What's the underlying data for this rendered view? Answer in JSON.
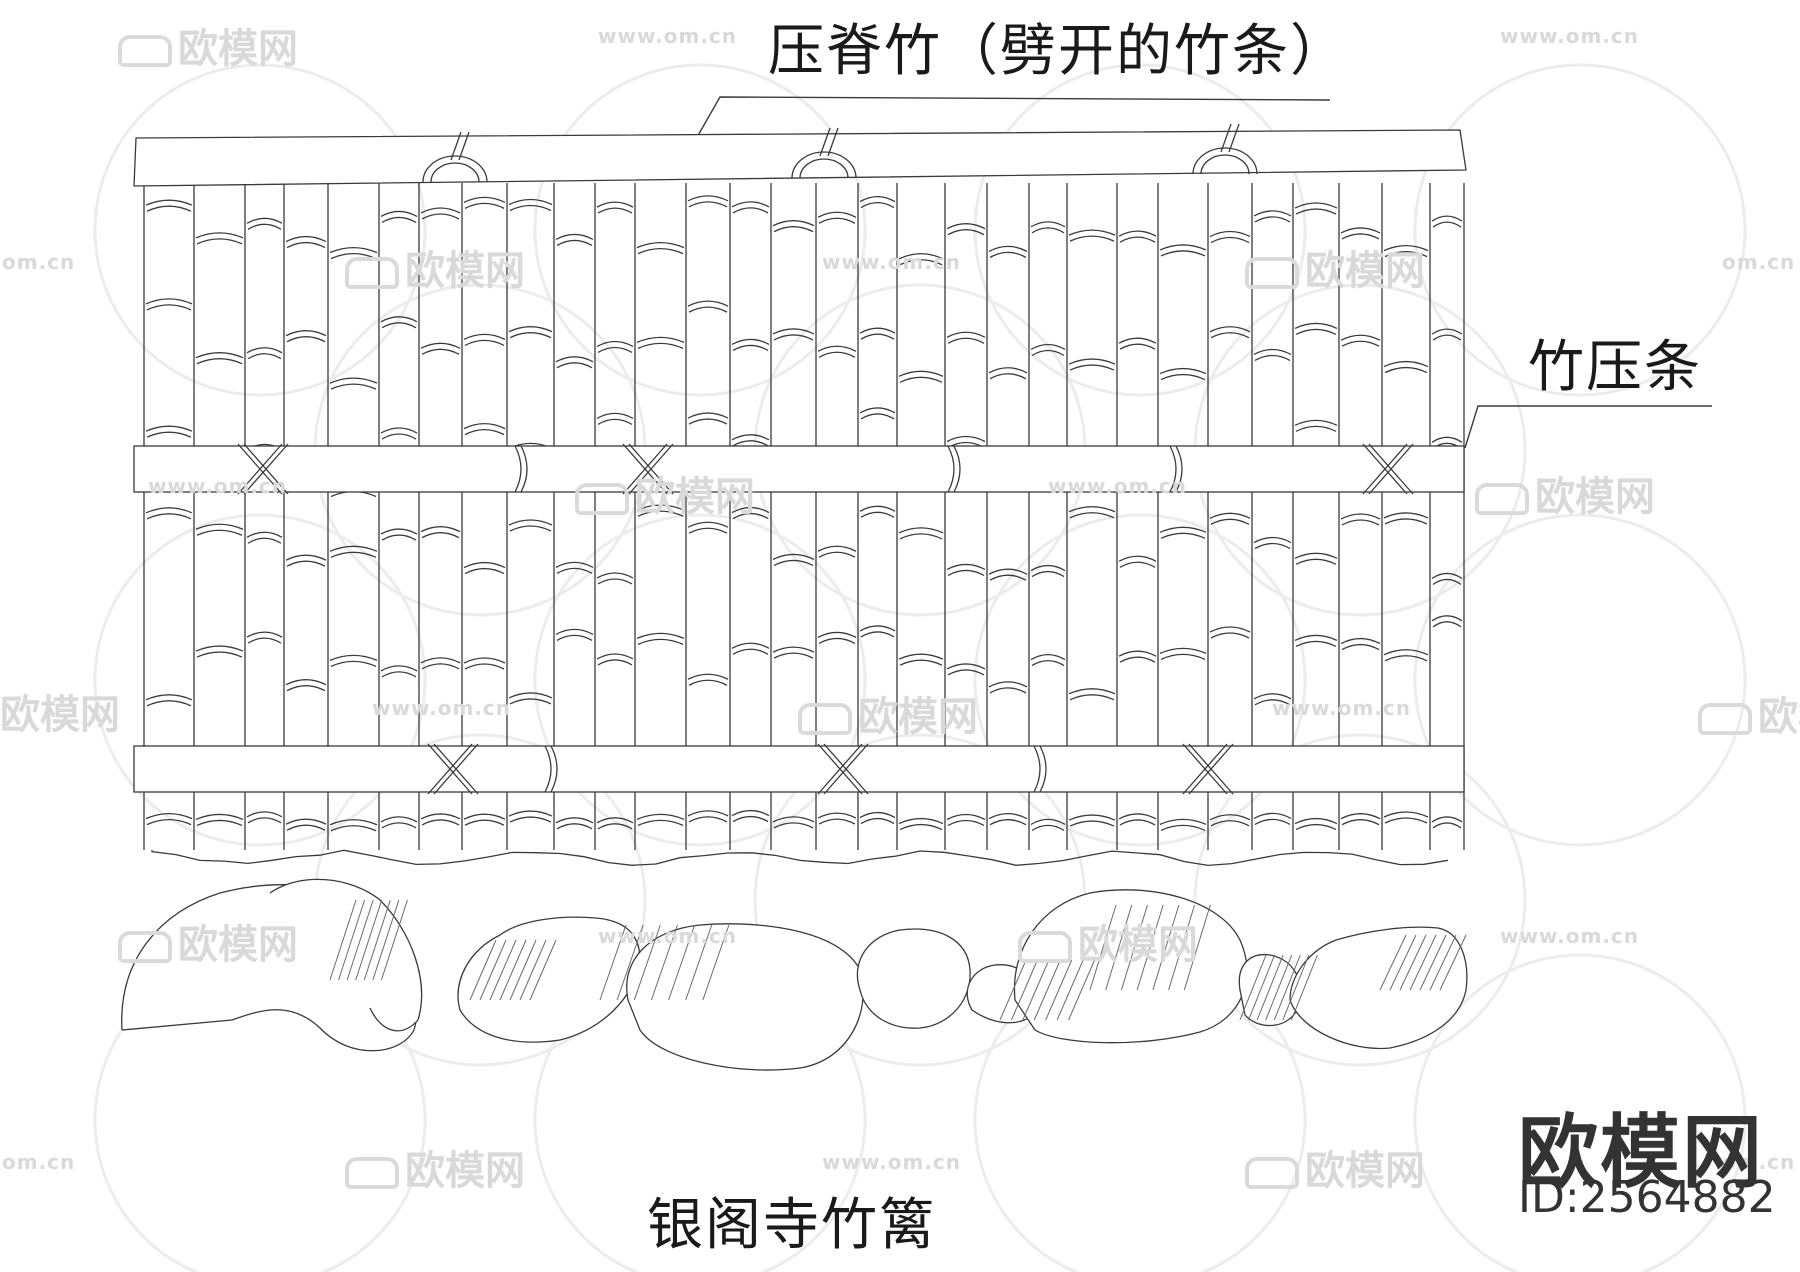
{
  "labels": {
    "top_callout": "压脊竹（劈开的竹条）",
    "right_callout": "竹压条",
    "title": "银阁寺竹篱"
  },
  "watermark": {
    "brand": "欧模网",
    "url": "www.om.cn",
    "url_partial": "om.cn",
    "id_text": "ID:2564882"
  },
  "colors": {
    "line": "#3a3a3a",
    "hatch": "#6a6a6a",
    "watermark": "#d9d9d9"
  },
  "icons": [
    "sofa-logo-icon"
  ]
}
